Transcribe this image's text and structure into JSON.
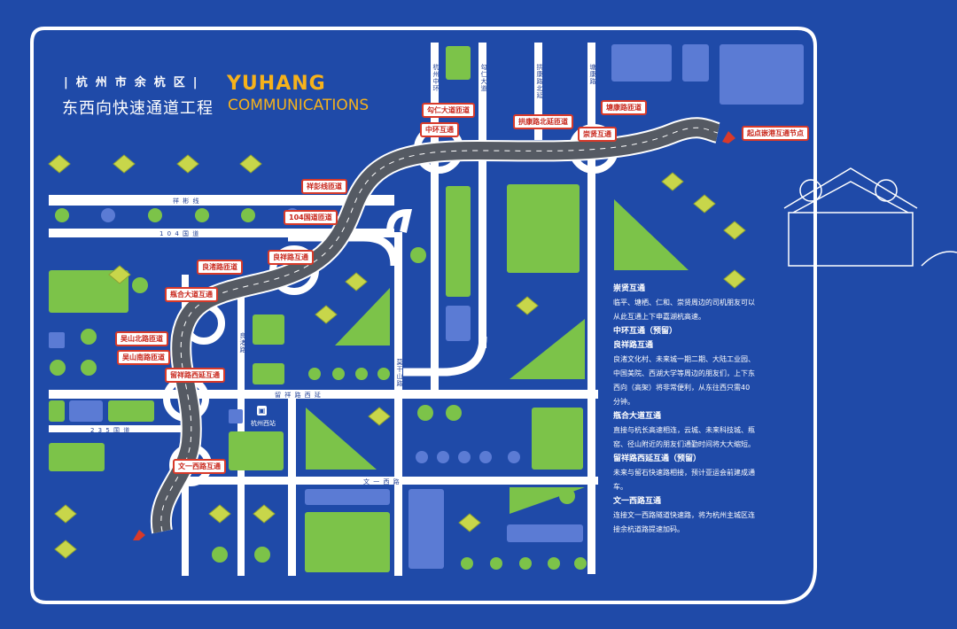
{
  "header": {
    "district": "|杭州市余杭区|",
    "project": "东西向快速通道工程",
    "brand_line1": "YUHANG",
    "brand_line2": "COMMUNICATIONS"
  },
  "colors": {
    "background": "#1f4aa8",
    "road": "#ffffff",
    "expressway": "#555a63",
    "green_block": "#7cc349",
    "blue_block": "#5b7bd4",
    "callout_border": "#d83a2a",
    "brand": "#f6b21b"
  },
  "roads": {
    "xiangbin": "祥 彬 线",
    "g104": "1 0 4 国 道",
    "g235": "2 3 5 国 道",
    "liuxiang_west": "留 祥 路 西 延",
    "wenyi_west": "文 一 西 路",
    "liangzhu": "良渚路",
    "moganshan": "莫干山路",
    "zhonghuan": "杭州中环",
    "gouren": "勾仁大道",
    "gongkang_north": "拱康路北延",
    "tangkang": "塘康路"
  },
  "interchanges": [
    {
      "id": "gouren",
      "label": "勾仁大道匝道"
    },
    {
      "id": "zhonghuan",
      "label": "中环互通"
    },
    {
      "id": "gongkang",
      "label": "拱康路北延匝道"
    },
    {
      "id": "tangkang",
      "label": "塘康路匝道"
    },
    {
      "id": "chongxian",
      "label": "崇贤互通"
    },
    {
      "id": "start",
      "label": "起点嵌港互通节点"
    },
    {
      "id": "xiangpeng",
      "label": "祥彭线匝道"
    },
    {
      "id": "g104",
      "label": "104国道匝道"
    },
    {
      "id": "liangxiang",
      "label": "良祥路互通"
    },
    {
      "id": "liangzhu",
      "label": "良渚路匝道"
    },
    {
      "id": "pinghe",
      "label": "瓶合大道互通"
    },
    {
      "id": "wushan_n",
      "label": "吴山北路匝道"
    },
    {
      "id": "wushan_s",
      "label": "吴山南路匝道"
    },
    {
      "id": "liuxiang",
      "label": "留祥路西延互通"
    },
    {
      "id": "wenyi",
      "label": "文一西路互通"
    }
  ],
  "station": {
    "label": "杭州西站",
    "icon": "bus-icon"
  },
  "info": [
    {
      "heading": "崇贤互通",
      "body": "临平、塘栖、仁和、崇贤周边的司机朋友可以从此互通上下申嘉湖杭高速。"
    },
    {
      "heading": "中环互通（预留）",
      "body": ""
    },
    {
      "heading": "良祥路互通",
      "body": "良渚文化村、未来城一期二期、大陆工业园、中国美院、西湖大学等周边的朋友们，上下东西向（高架）将非常便利，从东往西只需40分钟。"
    },
    {
      "heading": "瓶合大道互通",
      "body": "直接与杭长高速相连，云城、未来科技城、瓶窑、径山附近的朋友们通勤时间将大大缩短。"
    },
    {
      "heading": "留祥路西延互通（预留）",
      "body": "未来与留石快速路相接，预计亚运会前建成通车。"
    },
    {
      "heading": "文一西路互通",
      "body": "连接文一西路隧道快速路，将为杭州主城区连接余杭道路提速加码。"
    }
  ]
}
